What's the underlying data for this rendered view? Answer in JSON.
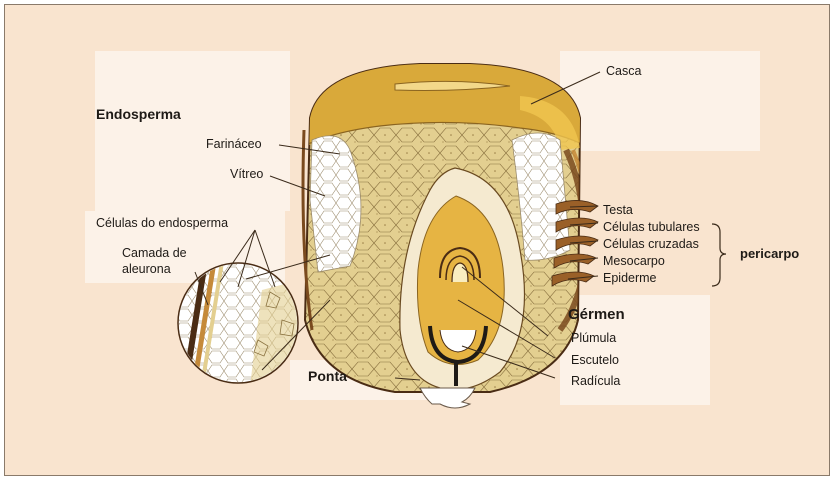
{
  "headings": {
    "endosperma": "Endosperma",
    "germen": "Gérmen",
    "ponta": "Ponta",
    "pericarpo": "pericarpo"
  },
  "labels": {
    "casca": "Casca",
    "farinaceo": "Farináceo",
    "vitreo": "Vítreo",
    "celulas_endosperma": "Células do endosperma",
    "camada_line1": "Camada de",
    "camada_line2": "aleurona",
    "testa": "Testa",
    "celulas_tubulares": "Células tubulares",
    "celulas_cruzadas": "Células cruzadas",
    "mesocarpo": "Mesocarpo",
    "epiderme": "Epiderme",
    "plumula": "Plúmula",
    "escutelo": "Escutelo",
    "radicula": "Radícula"
  },
  "colors": {
    "background": "#f9e4cf",
    "panel": "#fcf2e8",
    "hull": "#d9a93a",
    "floury_endosperm": "#e3cf90",
    "vitreous_endosperm": "#ffffff",
    "germ": "#e6b443",
    "outline": "#4a2c14"
  }
}
